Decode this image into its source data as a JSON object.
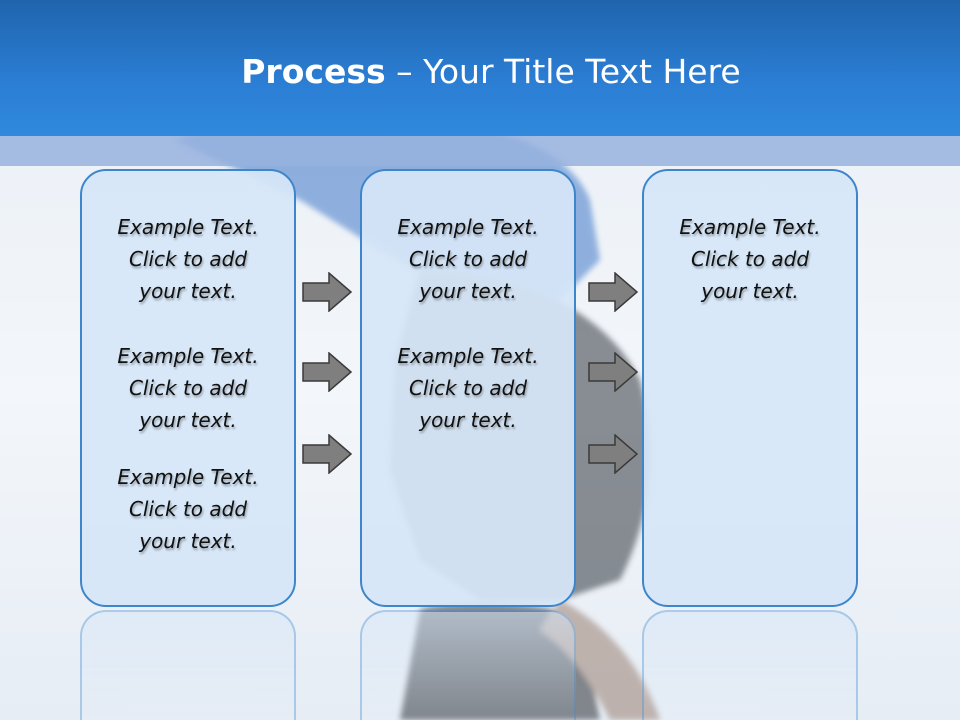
{
  "slide": {
    "title_bold": "Process",
    "title_rest": " – Your Title Text Here"
  },
  "columns": [
    {
      "paragraphs": [
        [
          "Example Text.",
          "Click  to add",
          "your text."
        ],
        [
          "Example Text.",
          "Click  to add",
          "your text."
        ],
        [
          "Example Text.",
          "Click  to add",
          "your text."
        ]
      ]
    },
    {
      "paragraphs": [
        [
          "Example Text.",
          "Click  to add",
          "your text."
        ],
        [
          "Example Text.",
          "Click  to add",
          "your text."
        ]
      ]
    },
    {
      "paragraphs": [
        [
          "Example Text.",
          "Click  to add",
          "your text."
        ]
      ]
    }
  ],
  "icons": {
    "arrow": "right-arrow-icon"
  },
  "colors": {
    "header_blue": "#2b7ed4",
    "box_border": "#3d86cc",
    "box_fill": "#d6e6f7",
    "arrow_fill": "#7f7f7f",
    "text": "#111111"
  }
}
